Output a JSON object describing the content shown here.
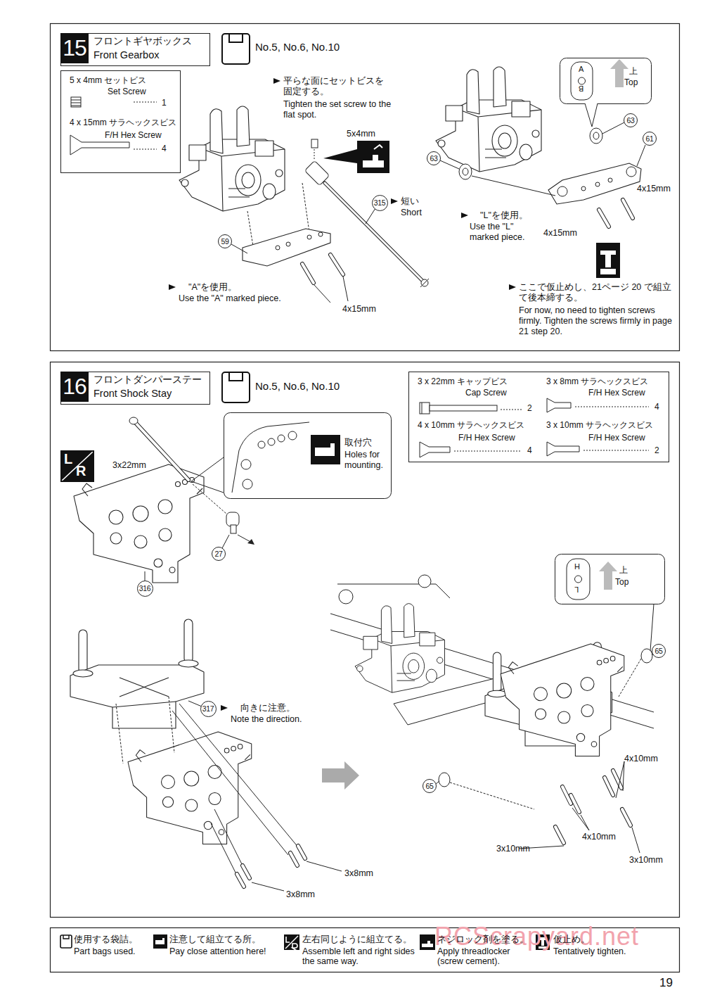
{
  "diagram": {
    "nodes": [
      {
        "text": [
          "15",
          "フロントギヤボックス",
          "Front Gearbox"
        ]
      },
      {
        "text": [
          "5 x 4mm セットビス",
          "Set Screw",
          "1",
          "4 x 15mm サラヘックスビス",
          "F/H Hex Screw",
          "4"
        ]
      },
      {
        "text": [
          "315"
        ]
      },
      {
        "text": [
          "59"
        ]
      },
      {
        "text": [
          "A",
          "B",
          "上",
          "Top"
        ]
      },
      {
        "text": [
          "63"
        ]
      },
      {
        "text": [
          "61"
        ]
      },
      {
        "text": [
          "63"
        ]
      },
      {
        "text": [
          "16",
          "フロントダンパーステー",
          "Front Shock Stay"
        ]
      },
      {
        "text": [
          "3 x 22mm キャップビス",
          "Cap Screw",
          "2",
          "3 x 8mm サラヘックスビス",
          "F/H Hex Screw",
          "4",
          "4 x 10mm サラヘックスビス",
          "F/H Hex Screw",
          "4",
          "3 x 10mm サラヘックスビス",
          "F/H Hex Screw",
          "2"
        ]
      },
      {
        "text": [
          "L",
          "R"
        ]
      },
      {
        "text": [
          "取付穴",
          "Holes for mounting."
        ]
      },
      {
        "text": [
          "27"
        ]
      },
      {
        "text": [
          "316"
        ]
      },
      {
        "text": [
          "H",
          "L",
          "上",
          "Top"
        ]
      },
      {
        "text": [
          "317"
        ]
      },
      {
        "text": [
          "65"
        ]
      },
      {
        "text": [
          "65"
        ]
      }
    ],
    "labels": [
      "No.5, No.6, No.10",
      "平らな面にセットビスを 固定する。",
      "Tighten the set screw to the flat spot.",
      "5x4mm",
      "短い",
      "Short",
      "\"A\"を使用。",
      "Use the \"A\" marked piece.",
      "4x15mm",
      "4x15mm",
      "\"L\"を使用。",
      "Use the \"L\" marked piece.",
      "4x15mm",
      "ここで仮止めし、21ページ 20 で組立て後本締する。",
      "For now, no need to tighten screws firmly. Tighten the screws firmly in page 21 step 20.",
      "No.5, No.6, No.10",
      "3x22mm",
      "向きに注意。",
      "Note the direction.",
      "3x8mm",
      "3x8mm",
      "4x10mm",
      "4x10mm",
      "3x10mm",
      "3x10mm",
      "RCScrapyard.net",
      "19"
    ],
    "legend": [
      {
        "text": "使用する袋詰。"
      },
      {
        "text": "Part bags used."
      },
      {
        "text": "注意して組立てる所。"
      },
      {
        "text": "Pay close attention here!"
      },
      {
        "text": "左右同じように組立てる。"
      },
      {
        "text": "Assemble left and right sides the same way."
      },
      {
        "text": "ネジロック剤を塗る。"
      },
      {
        "text": "Apply threadlocker (screw cement)."
      },
      {
        "text": "仮止め。"
      },
      {
        "text": "Tentatively tighten."
      }
    ]
  }
}
